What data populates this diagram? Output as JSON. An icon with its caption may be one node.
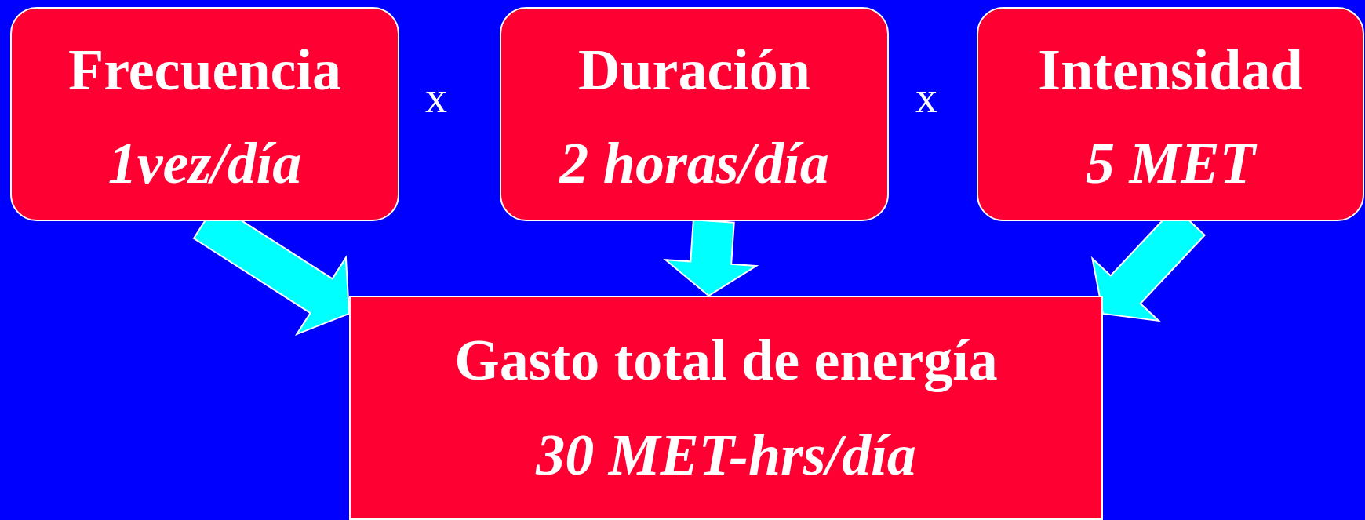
{
  "diagram": {
    "nodes": [
      {
        "text": [
          "Frecuencia",
          "1vez/día"
        ]
      },
      {
        "text": [
          "Duración",
          "2 horas/día"
        ]
      },
      {
        "text": [
          "Intensidad",
          "5 MET"
        ]
      },
      {
        "text": [
          "Gasto total de energía",
          "30 MET-hrs/día"
        ]
      }
    ],
    "edges": [
      {
        "from": 0,
        "to": 3,
        "arrow": "to"
      },
      {
        "from": 1,
        "to": 3,
        "arrow": "to"
      },
      {
        "from": 2,
        "to": 3,
        "arrow": "to"
      }
    ],
    "labels": [
      "x",
      "x"
    ]
  }
}
